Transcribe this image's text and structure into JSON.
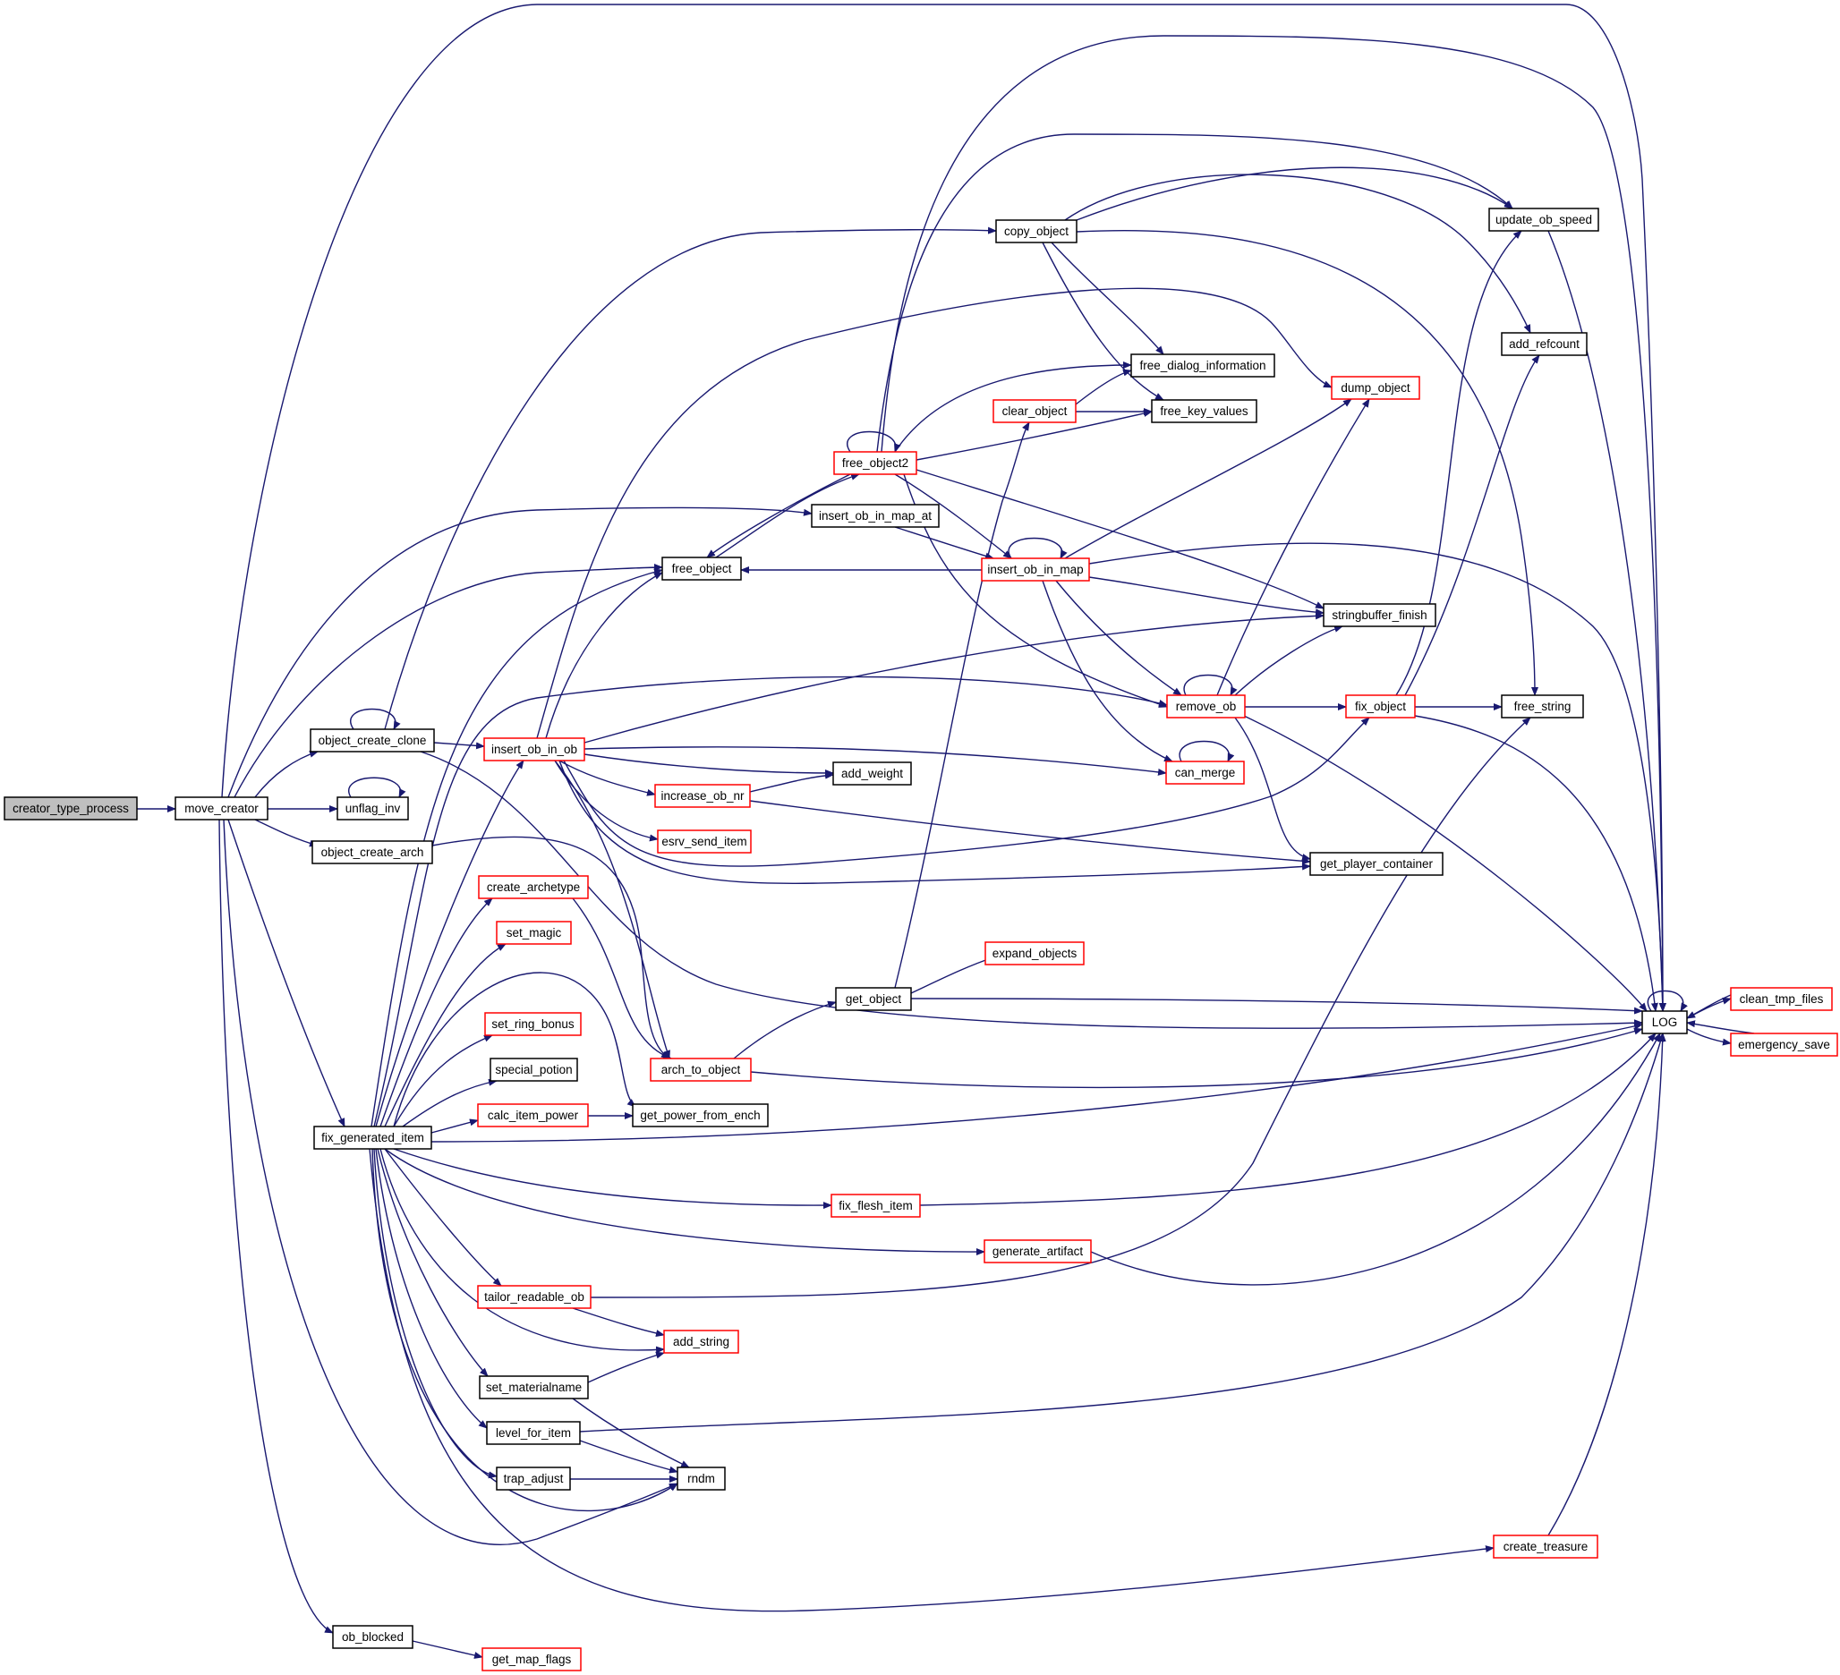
{
  "colors": {
    "edge": "#191970",
    "highlight_fill": "#bfbfbf",
    "normal_fill": "#ffffff",
    "black_border": "#000000",
    "red_border": "#ff0000",
    "text": "#000000"
  },
  "nodes": [
    {
      "id": "creator_type_process",
      "label": "creator_type_process",
      "border": "black",
      "highlight": true
    },
    {
      "id": "move_creator",
      "label": "move_creator",
      "border": "black"
    },
    {
      "id": "object_create_clone",
      "label": "object_create_clone",
      "border": "black"
    },
    {
      "id": "unflag_inv",
      "label": "unflag_inv",
      "border": "black"
    },
    {
      "id": "object_create_arch",
      "label": "object_create_arch",
      "border": "black"
    },
    {
      "id": "fix_generated_item",
      "label": "fix_generated_item",
      "border": "black"
    },
    {
      "id": "ob_blocked",
      "label": "ob_blocked",
      "border": "black"
    },
    {
      "id": "get_map_flags",
      "label": "get_map_flags",
      "border": "red"
    },
    {
      "id": "insert_ob_in_ob",
      "label": "insert_ob_in_ob",
      "border": "red"
    },
    {
      "id": "free_object",
      "label": "free_object",
      "border": "black"
    },
    {
      "id": "insert_ob_in_map_at",
      "label": "insert_ob_in_map_at",
      "border": "black"
    },
    {
      "id": "free_object2",
      "label": "free_object2",
      "border": "red"
    },
    {
      "id": "copy_object",
      "label": "copy_object",
      "border": "black"
    },
    {
      "id": "clear_object",
      "label": "clear_object",
      "border": "red"
    },
    {
      "id": "free_dialog_information",
      "label": "free_dialog_information",
      "border": "black"
    },
    {
      "id": "free_key_values",
      "label": "free_key_values",
      "border": "black"
    },
    {
      "id": "dump_object",
      "label": "dump_object",
      "border": "red"
    },
    {
      "id": "update_ob_speed",
      "label": "update_ob_speed",
      "border": "black"
    },
    {
      "id": "add_refcount",
      "label": "add_refcount",
      "border": "black"
    },
    {
      "id": "insert_ob_in_map",
      "label": "insert_ob_in_map",
      "border": "red"
    },
    {
      "id": "stringbuffer_finish",
      "label": "stringbuffer_finish",
      "border": "black"
    },
    {
      "id": "remove_ob",
      "label": "remove_ob",
      "border": "red"
    },
    {
      "id": "fix_object",
      "label": "fix_object",
      "border": "red"
    },
    {
      "id": "free_string",
      "label": "free_string",
      "border": "black"
    },
    {
      "id": "can_merge",
      "label": "can_merge",
      "border": "red"
    },
    {
      "id": "add_weight",
      "label": "add_weight",
      "border": "black"
    },
    {
      "id": "increase_ob_nr",
      "label": "increase_ob_nr",
      "border": "red"
    },
    {
      "id": "esrv_send_item",
      "label": "esrv_send_item",
      "border": "red"
    },
    {
      "id": "get_player_container",
      "label": "get_player_container",
      "border": "black"
    },
    {
      "id": "create_archetype",
      "label": "create_archetype",
      "border": "red"
    },
    {
      "id": "set_magic",
      "label": "set_magic",
      "border": "red"
    },
    {
      "id": "set_ring_bonus",
      "label": "set_ring_bonus",
      "border": "red"
    },
    {
      "id": "special_potion",
      "label": "special_potion",
      "border": "black"
    },
    {
      "id": "calc_item_power",
      "label": "calc_item_power",
      "border": "red"
    },
    {
      "id": "get_power_from_ench",
      "label": "get_power_from_ench",
      "border": "black"
    },
    {
      "id": "arch_to_object",
      "label": "arch_to_object",
      "border": "red"
    },
    {
      "id": "get_object",
      "label": "get_object",
      "border": "black"
    },
    {
      "id": "expand_objects",
      "label": "expand_objects",
      "border": "red"
    },
    {
      "id": "LOG",
      "label": "LOG",
      "border": "black"
    },
    {
      "id": "clean_tmp_files",
      "label": "clean_tmp_files",
      "border": "red"
    },
    {
      "id": "emergency_save",
      "label": "emergency_save",
      "border": "red"
    },
    {
      "id": "fix_flesh_item",
      "label": "fix_flesh_item",
      "border": "red"
    },
    {
      "id": "generate_artifact",
      "label": "generate_artifact",
      "border": "red"
    },
    {
      "id": "tailor_readable_ob",
      "label": "tailor_readable_ob",
      "border": "red"
    },
    {
      "id": "add_string",
      "label": "add_string",
      "border": "red"
    },
    {
      "id": "set_materialname",
      "label": "set_materialname",
      "border": "black"
    },
    {
      "id": "level_for_item",
      "label": "level_for_item",
      "border": "black"
    },
    {
      "id": "trap_adjust",
      "label": "trap_adjust",
      "border": "black"
    },
    {
      "id": "rndm",
      "label": "rndm",
      "border": "black"
    },
    {
      "id": "create_treasure",
      "label": "create_treasure",
      "border": "red"
    }
  ],
  "edges": [
    [
      "creator_type_process",
      "move_creator"
    ],
    [
      "move_creator",
      "LOG"
    ],
    [
      "move_creator",
      "insert_ob_in_map_at"
    ],
    [
      "move_creator",
      "free_object"
    ],
    [
      "move_creator",
      "object_create_clone"
    ],
    [
      "move_creator",
      "unflag_inv"
    ],
    [
      "move_creator",
      "object_create_arch"
    ],
    [
      "move_creator",
      "fix_generated_item"
    ],
    [
      "move_creator",
      "rndm"
    ],
    [
      "move_creator",
      "ob_blocked"
    ],
    [
      "object_create_clone",
      "object_create_clone"
    ],
    [
      "object_create_clone",
      "copy_object"
    ],
    [
      "object_create_clone",
      "insert_ob_in_ob"
    ],
    [
      "object_create_clone",
      "LOG"
    ],
    [
      "unflag_inv",
      "unflag_inv"
    ],
    [
      "object_create_arch",
      "arch_to_object"
    ],
    [
      "ob_blocked",
      "get_map_flags"
    ],
    [
      "fix_generated_item",
      "free_object"
    ],
    [
      "fix_generated_item",
      "insert_ob_in_ob"
    ],
    [
      "fix_generated_item",
      "remove_ob"
    ],
    [
      "fix_generated_item",
      "create_archetype"
    ],
    [
      "fix_generated_item",
      "set_magic"
    ],
    [
      "fix_generated_item",
      "get_power_from_ench"
    ],
    [
      "fix_generated_item",
      "set_ring_bonus"
    ],
    [
      "fix_generated_item",
      "special_potion"
    ],
    [
      "fix_generated_item",
      "calc_item_power"
    ],
    [
      "fix_generated_item",
      "LOG"
    ],
    [
      "fix_generated_item",
      "fix_flesh_item"
    ],
    [
      "fix_generated_item",
      "generate_artifact"
    ],
    [
      "fix_generated_item",
      "tailor_readable_ob"
    ],
    [
      "fix_generated_item",
      "add_string"
    ],
    [
      "fix_generated_item",
      "set_materialname"
    ],
    [
      "fix_generated_item",
      "level_for_item"
    ],
    [
      "fix_generated_item",
      "trap_adjust"
    ],
    [
      "fix_generated_item",
      "rndm"
    ],
    [
      "fix_generated_item",
      "create_treasure"
    ],
    [
      "insert_ob_in_ob",
      "dump_object"
    ],
    [
      "insert_ob_in_ob",
      "free_object"
    ],
    [
      "insert_ob_in_ob",
      "stringbuffer_finish"
    ],
    [
      "insert_ob_in_ob",
      "can_merge"
    ],
    [
      "insert_ob_in_ob",
      "add_weight"
    ],
    [
      "insert_ob_in_ob",
      "increase_ob_nr"
    ],
    [
      "insert_ob_in_ob",
      "esrv_send_item"
    ],
    [
      "insert_ob_in_ob",
      "fix_object"
    ],
    [
      "insert_ob_in_ob",
      "get_player_container"
    ],
    [
      "insert_ob_in_ob",
      "arch_to_object"
    ],
    [
      "free_object",
      "free_object2"
    ],
    [
      "insert_ob_in_map_at",
      "insert_ob_in_map"
    ],
    [
      "free_object2",
      "free_object2"
    ],
    [
      "free_object2",
      "update_ob_speed"
    ],
    [
      "free_object2",
      "LOG"
    ],
    [
      "free_object2",
      "free_dialog_information"
    ],
    [
      "free_object2",
      "free_key_values"
    ],
    [
      "free_object2",
      "free_object"
    ],
    [
      "free_object2",
      "insert_ob_in_map"
    ],
    [
      "free_object2",
      "stringbuffer_finish"
    ],
    [
      "free_object2",
      "remove_ob"
    ],
    [
      "copy_object",
      "update_ob_speed"
    ],
    [
      "copy_object",
      "add_refcount"
    ],
    [
      "copy_object",
      "free_dialog_information"
    ],
    [
      "copy_object",
      "free_key_values"
    ],
    [
      "copy_object",
      "free_string"
    ],
    [
      "clear_object",
      "free_dialog_information"
    ],
    [
      "clear_object",
      "free_key_values"
    ],
    [
      "insert_ob_in_map",
      "insert_ob_in_map"
    ],
    [
      "insert_ob_in_map",
      "free_object"
    ],
    [
      "insert_ob_in_map",
      "dump_object"
    ],
    [
      "insert_ob_in_map",
      "stringbuffer_finish"
    ],
    [
      "insert_ob_in_map",
      "remove_ob"
    ],
    [
      "insert_ob_in_map",
      "can_merge"
    ],
    [
      "insert_ob_in_map",
      "LOG"
    ],
    [
      "remove_ob",
      "remove_ob"
    ],
    [
      "remove_ob",
      "dump_object"
    ],
    [
      "remove_ob",
      "stringbuffer_finish"
    ],
    [
      "remove_ob",
      "fix_object"
    ],
    [
      "remove_ob",
      "get_player_container"
    ],
    [
      "remove_ob",
      "LOG"
    ],
    [
      "fix_object",
      "update_ob_speed"
    ],
    [
      "fix_object",
      "add_refcount"
    ],
    [
      "fix_object",
      "free_string"
    ],
    [
      "fix_object",
      "LOG"
    ],
    [
      "update_ob_speed",
      "LOG"
    ],
    [
      "can_merge",
      "can_merge"
    ],
    [
      "increase_ob_nr",
      "add_weight"
    ],
    [
      "increase_ob_nr",
      "get_player_container"
    ],
    [
      "create_archetype",
      "arch_to_object"
    ],
    [
      "calc_item_power",
      "get_power_from_ench"
    ],
    [
      "arch_to_object",
      "get_object"
    ],
    [
      "arch_to_object",
      "LOG"
    ],
    [
      "get_object",
      "clear_object"
    ],
    [
      "get_object",
      "expand_objects"
    ],
    [
      "get_object",
      "LOG"
    ],
    [
      "LOG",
      "LOG"
    ],
    [
      "LOG",
      "clean_tmp_files"
    ],
    [
      "LOG",
      "emergency_save"
    ],
    [
      "clean_tmp_files",
      "LOG"
    ],
    [
      "emergency_save",
      "LOG"
    ],
    [
      "fix_flesh_item",
      "LOG"
    ],
    [
      "generate_artifact",
      "LOG"
    ],
    [
      "tailor_readable_ob",
      "free_string"
    ],
    [
      "tailor_readable_ob",
      "add_string"
    ],
    [
      "set_materialname",
      "add_string"
    ],
    [
      "set_materialname",
      "rndm"
    ],
    [
      "level_for_item",
      "LOG"
    ],
    [
      "level_for_item",
      "rndm"
    ],
    [
      "trap_adjust",
      "rndm"
    ],
    [
      "create_treasure",
      "LOG"
    ]
  ]
}
